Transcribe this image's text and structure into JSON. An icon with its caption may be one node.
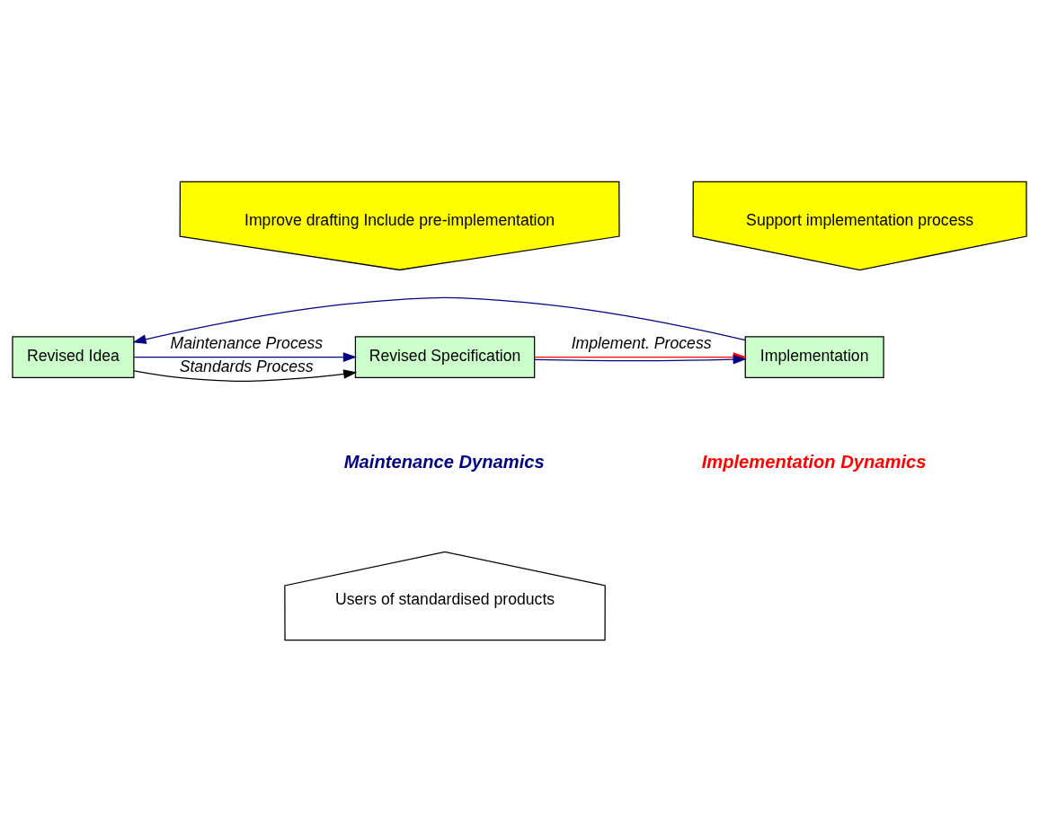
{
  "diagram": {
    "nodes": [
      {
        "text": [
          "Revised Idea"
        ]
      },
      {
        "text": [
          "Revised Specification"
        ]
      },
      {
        "text": [
          "Implementation"
        ]
      },
      {
        "text": [
          "Improve drafting Include pre-implementation"
        ]
      },
      {
        "text": [
          "Support implementation process"
        ]
      },
      {
        "text": [
          "Users of standardised products"
        ]
      }
    ],
    "edges": [
      {
        "from": 0,
        "to": 1,
        "arrow": "to",
        "label": "Standards Process",
        "color": "#000000"
      },
      {
        "from": 0,
        "to": 1,
        "arrow": "to",
        "label": "Maintenance Process"
      },
      {
        "from": 1,
        "to": 2,
        "arrow": "to",
        "label": "Implement. Process",
        "color": "#ff0000"
      },
      {
        "from": 1,
        "to": 2,
        "arrow": "to"
      },
      {
        "from": 2,
        "to": 0,
        "arrow": "to"
      }
    ],
    "labels": [
      "Implementation Dynamics",
      "Maintenance Dynamics"
    ]
  }
}
